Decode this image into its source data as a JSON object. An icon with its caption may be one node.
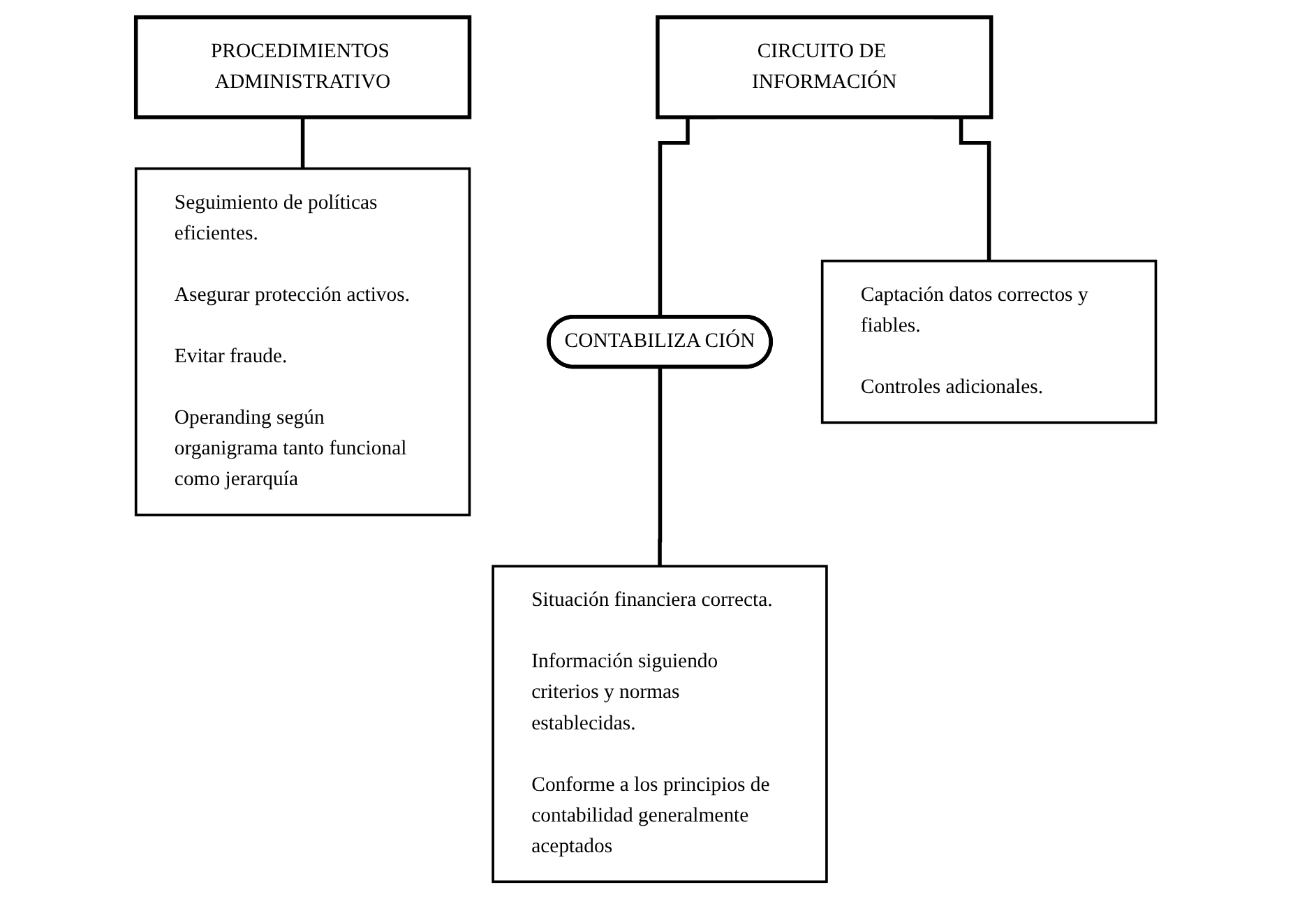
{
  "diagram": {
    "nodes": [
      {
        "text": [
          "PROCEDIMIENTOS ADMINISTRATIVO"
        ]
      },
      {
        "text": [
          "CIRCUITO DE INFORMACIÓN"
        ]
      },
      {
        "text": [
          "CONTABILIZA CIÓN"
        ]
      },
      {
        "text": [
          "Seguimiento de políticas eficientes.",
          "Asegurar protección activos.",
          "Evitar fraude.",
          "Operanding según organigrama tanto funcional como jerarquía"
        ]
      },
      {
        "text": [
          "Captación datos correctos y fiables.",
          "Controles adicionales."
        ]
      },
      {
        "text": [
          "Situación financiera correcta.",
          "Información siguiendo criterios y normas establecidas.",
          "Conforme a los principios de contabilidad generalmente aceptados"
        ]
      }
    ],
    "edges": [
      {
        "from": 1,
        "to": 2,
        "arrow": "none"
      },
      {
        "from": 0,
        "to": 3,
        "arrow": "none"
      },
      {
        "from": 1,
        "to": 4,
        "arrow": "none"
      },
      {
        "from": 2,
        "to": 5,
        "arrow": "none"
      }
    ]
  }
}
